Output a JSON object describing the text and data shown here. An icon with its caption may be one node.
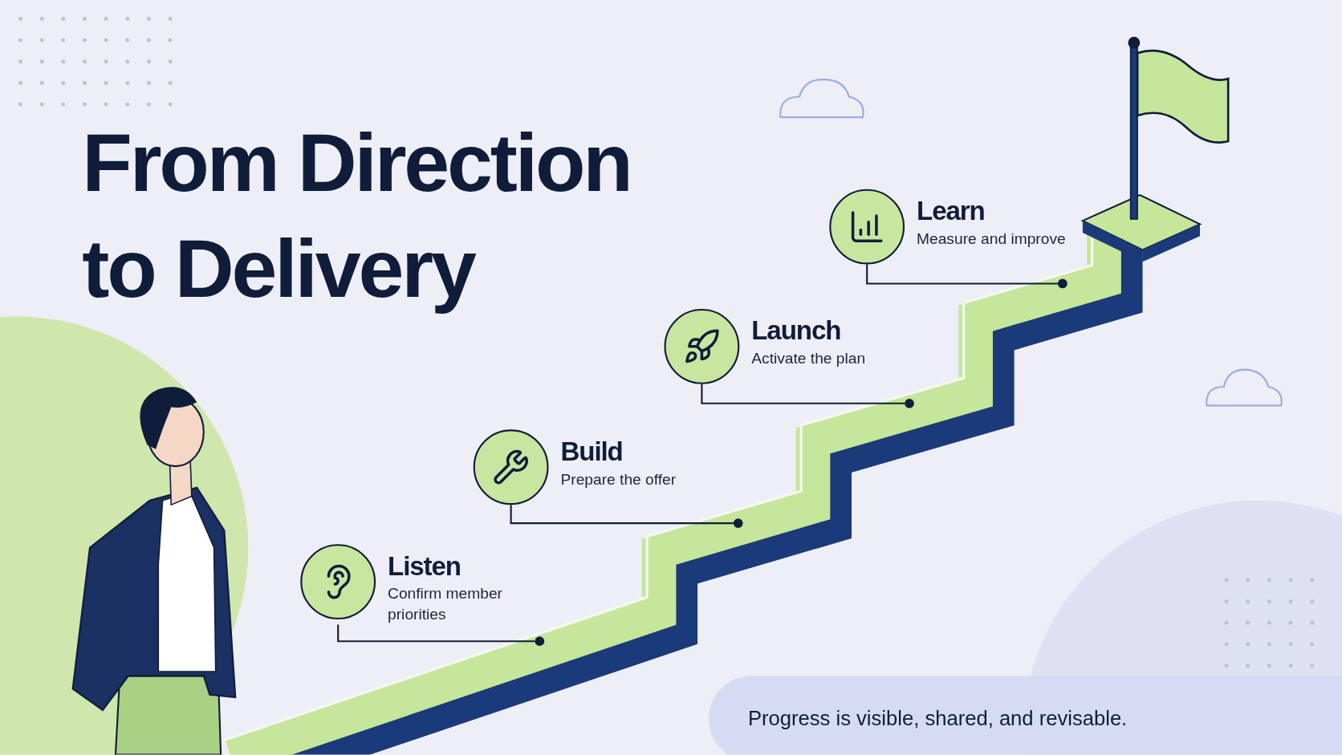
{
  "diagram": {
    "title": "From Direction to Delivery",
    "nodes": [
      {
        "text": [
          "Learn",
          "Measure and improve"
        ]
      },
      {
        "text": [
          "Launch",
          "Activate the plan"
        ]
      },
      {
        "text": [
          "Build",
          "Prepare the offer"
        ]
      },
      {
        "text": [
          "Listen",
          "Confirm member priorities"
        ]
      },
      {
        "text": [],
        "shape": "circle"
      },
      {
        "text": [],
        "shape": "circle"
      },
      {
        "text": [],
        "shape": "circle"
      },
      {
        "text": [],
        "shape": "circle"
      },
      {
        "text": [
          "Progress is visible, shared, and revisable."
        ]
      }
    ],
    "edges": [
      {
        "from": 0,
        "to": 4,
        "arrow": "none"
      },
      {
        "from": 1,
        "to": 5,
        "arrow": "none"
      },
      {
        "from": 2,
        "to": 6,
        "arrow": "none"
      },
      {
        "from": 3,
        "to": 7,
        "arrow": "none"
      }
    ]
  }
}
